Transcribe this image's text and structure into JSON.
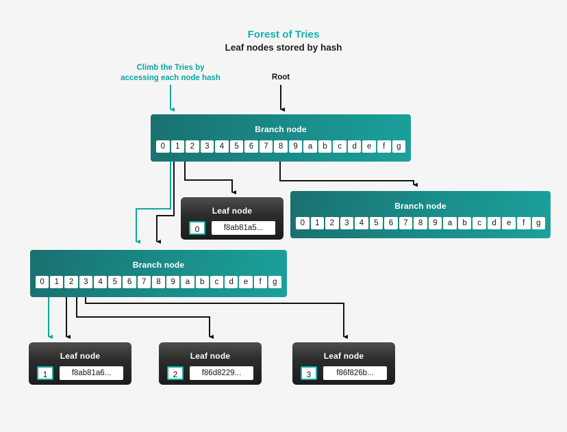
{
  "page": {
    "background": "#f5f5f6",
    "title": "Forest of Tries",
    "subtitle": "Leaf nodes stored by hash",
    "title_color": "#0cb3aa",
    "accent_teal": "#0aa79f",
    "branch_color": "#1a8d8a",
    "leaf_color": "#2c2c2c"
  },
  "annotations": [
    {
      "id": "climb",
      "text_line1": "Climb the Tries by",
      "text_line2": "accessing each node hash",
      "color": "#0aa79f"
    },
    {
      "id": "root",
      "text_line1": "Root",
      "text_line2": "",
      "color": "#121214"
    }
  ],
  "nodes": {
    "branch_root": {
      "label": "Branch node",
      "cells": [
        "0",
        "1",
        "2",
        "3",
        "4",
        "5",
        "6",
        "7",
        "8",
        "9",
        "a",
        "b",
        "c",
        "d",
        "e",
        "f",
        "g"
      ]
    },
    "branch_right": {
      "label": "Branch node",
      "cells": [
        "0",
        "1",
        "2",
        "3",
        "4",
        "5",
        "6",
        "7",
        "8",
        "9",
        "a",
        "b",
        "c",
        "d",
        "e",
        "f",
        "g"
      ]
    },
    "branch_left": {
      "label": "Branch node",
      "cells": [
        "0",
        "1",
        "2",
        "3",
        "4",
        "5",
        "6",
        "7",
        "8",
        "9",
        "a",
        "b",
        "c",
        "d",
        "e",
        "f",
        "g"
      ]
    },
    "leaf_top": {
      "label": "Leaf node",
      "index": "0",
      "hash": "f8ab81a5..."
    },
    "leaf_one": {
      "label": "Leaf node",
      "index": "1",
      "hash": "f8ab81a6..."
    },
    "leaf_two": {
      "label": "Leaf node",
      "index": "2",
      "hash": "f86d8229..."
    },
    "leaf_three": {
      "label": "Leaf node",
      "index": "3",
      "hash": "f86f826b..."
    }
  }
}
